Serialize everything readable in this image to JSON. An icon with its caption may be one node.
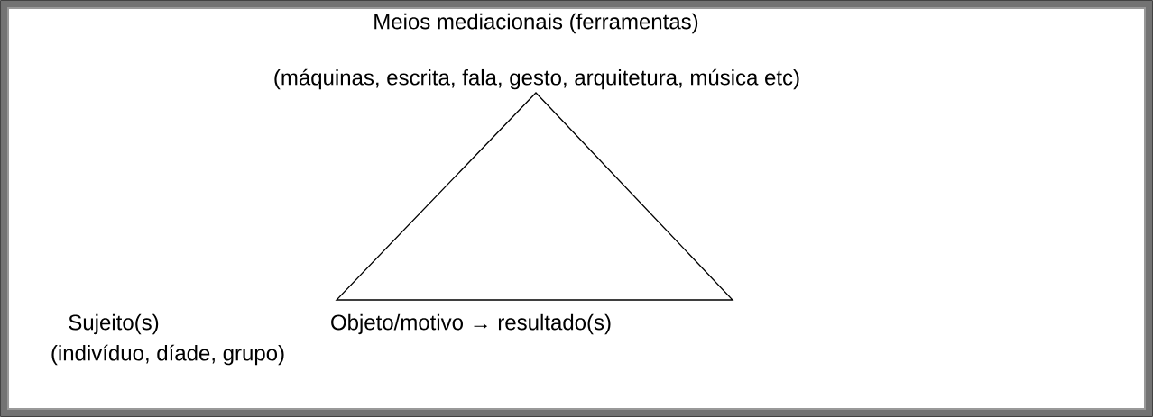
{
  "diagram": {
    "labels": [
      "Meios mediacionais (ferramentas)",
      "(máquinas, escrita, fala, gesto, arquitetura, música etc)",
      "Sujeito(s)",
      "Objeto/motivo → resultado(s)",
      "(indivíduo, díade, grupo)"
    ]
  }
}
